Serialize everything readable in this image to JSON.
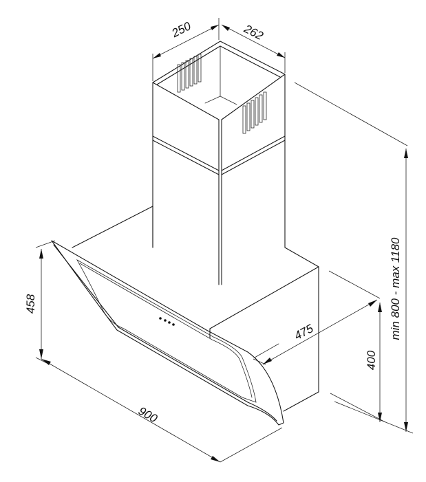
{
  "dimensions": {
    "chimney_width": "250",
    "chimney_depth": "262",
    "total_height": "min 800 - max 1180",
    "hood_height": "458",
    "hood_width": "900",
    "hood_depth": "475",
    "body_height": "400"
  }
}
